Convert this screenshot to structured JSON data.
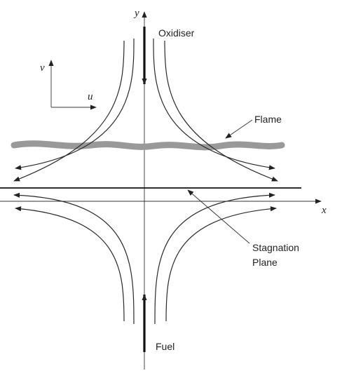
{
  "labels": {
    "y_axis": "y",
    "x_axis": "x",
    "oxidiser": "Oxidiser",
    "flame": "Flame",
    "stagnation_line1": "Stagnation",
    "stagnation_line2": "Plane",
    "fuel": "Fuel",
    "inset_v": "v",
    "inset_u": "u"
  },
  "colors": {
    "flame": "#999999",
    "ink": "#222222"
  }
}
